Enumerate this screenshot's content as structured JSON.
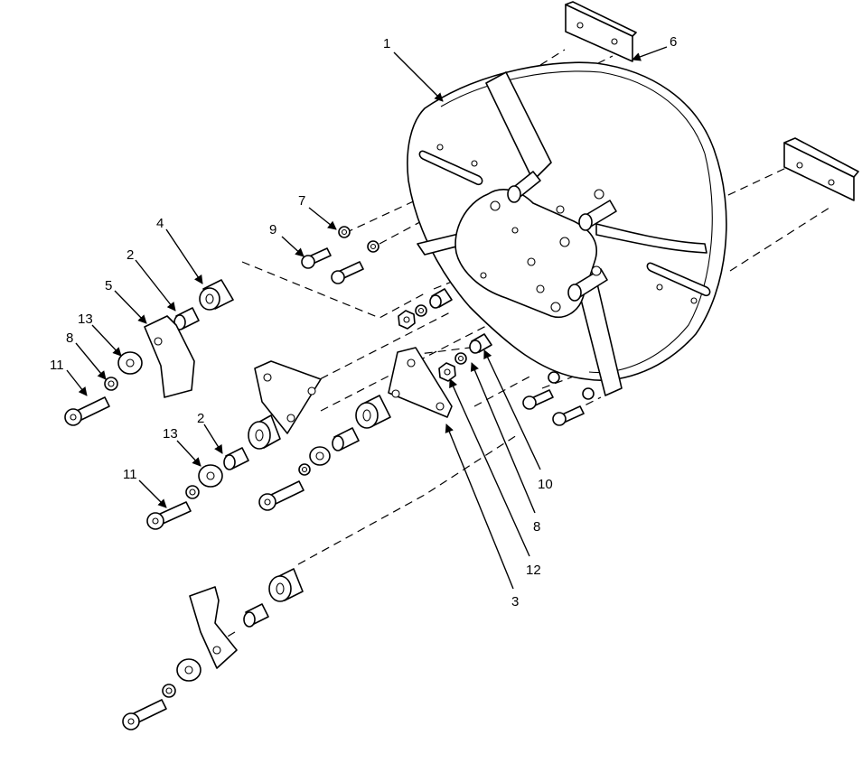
{
  "callouts": [
    {
      "id": "c1",
      "text": "1"
    },
    {
      "id": "c6",
      "text": "6"
    },
    {
      "id": "c7",
      "text": "7"
    },
    {
      "id": "c9",
      "text": "9"
    },
    {
      "id": "c4",
      "text": "4"
    },
    {
      "id": "c2a",
      "text": "2"
    },
    {
      "id": "c5",
      "text": "5"
    },
    {
      "id": "c13a",
      "text": "13"
    },
    {
      "id": "c8a",
      "text": "8"
    },
    {
      "id": "c11a",
      "text": "11"
    },
    {
      "id": "c2b",
      "text": "2"
    },
    {
      "id": "c13b",
      "text": "13"
    },
    {
      "id": "c11b",
      "text": "11"
    },
    {
      "id": "c10",
      "text": "10"
    },
    {
      "id": "c8b",
      "text": "8"
    },
    {
      "id": "c12",
      "text": "12"
    },
    {
      "id": "c3",
      "text": "3"
    }
  ],
  "colors": {
    "line": "#000000",
    "background": "#ffffff"
  }
}
